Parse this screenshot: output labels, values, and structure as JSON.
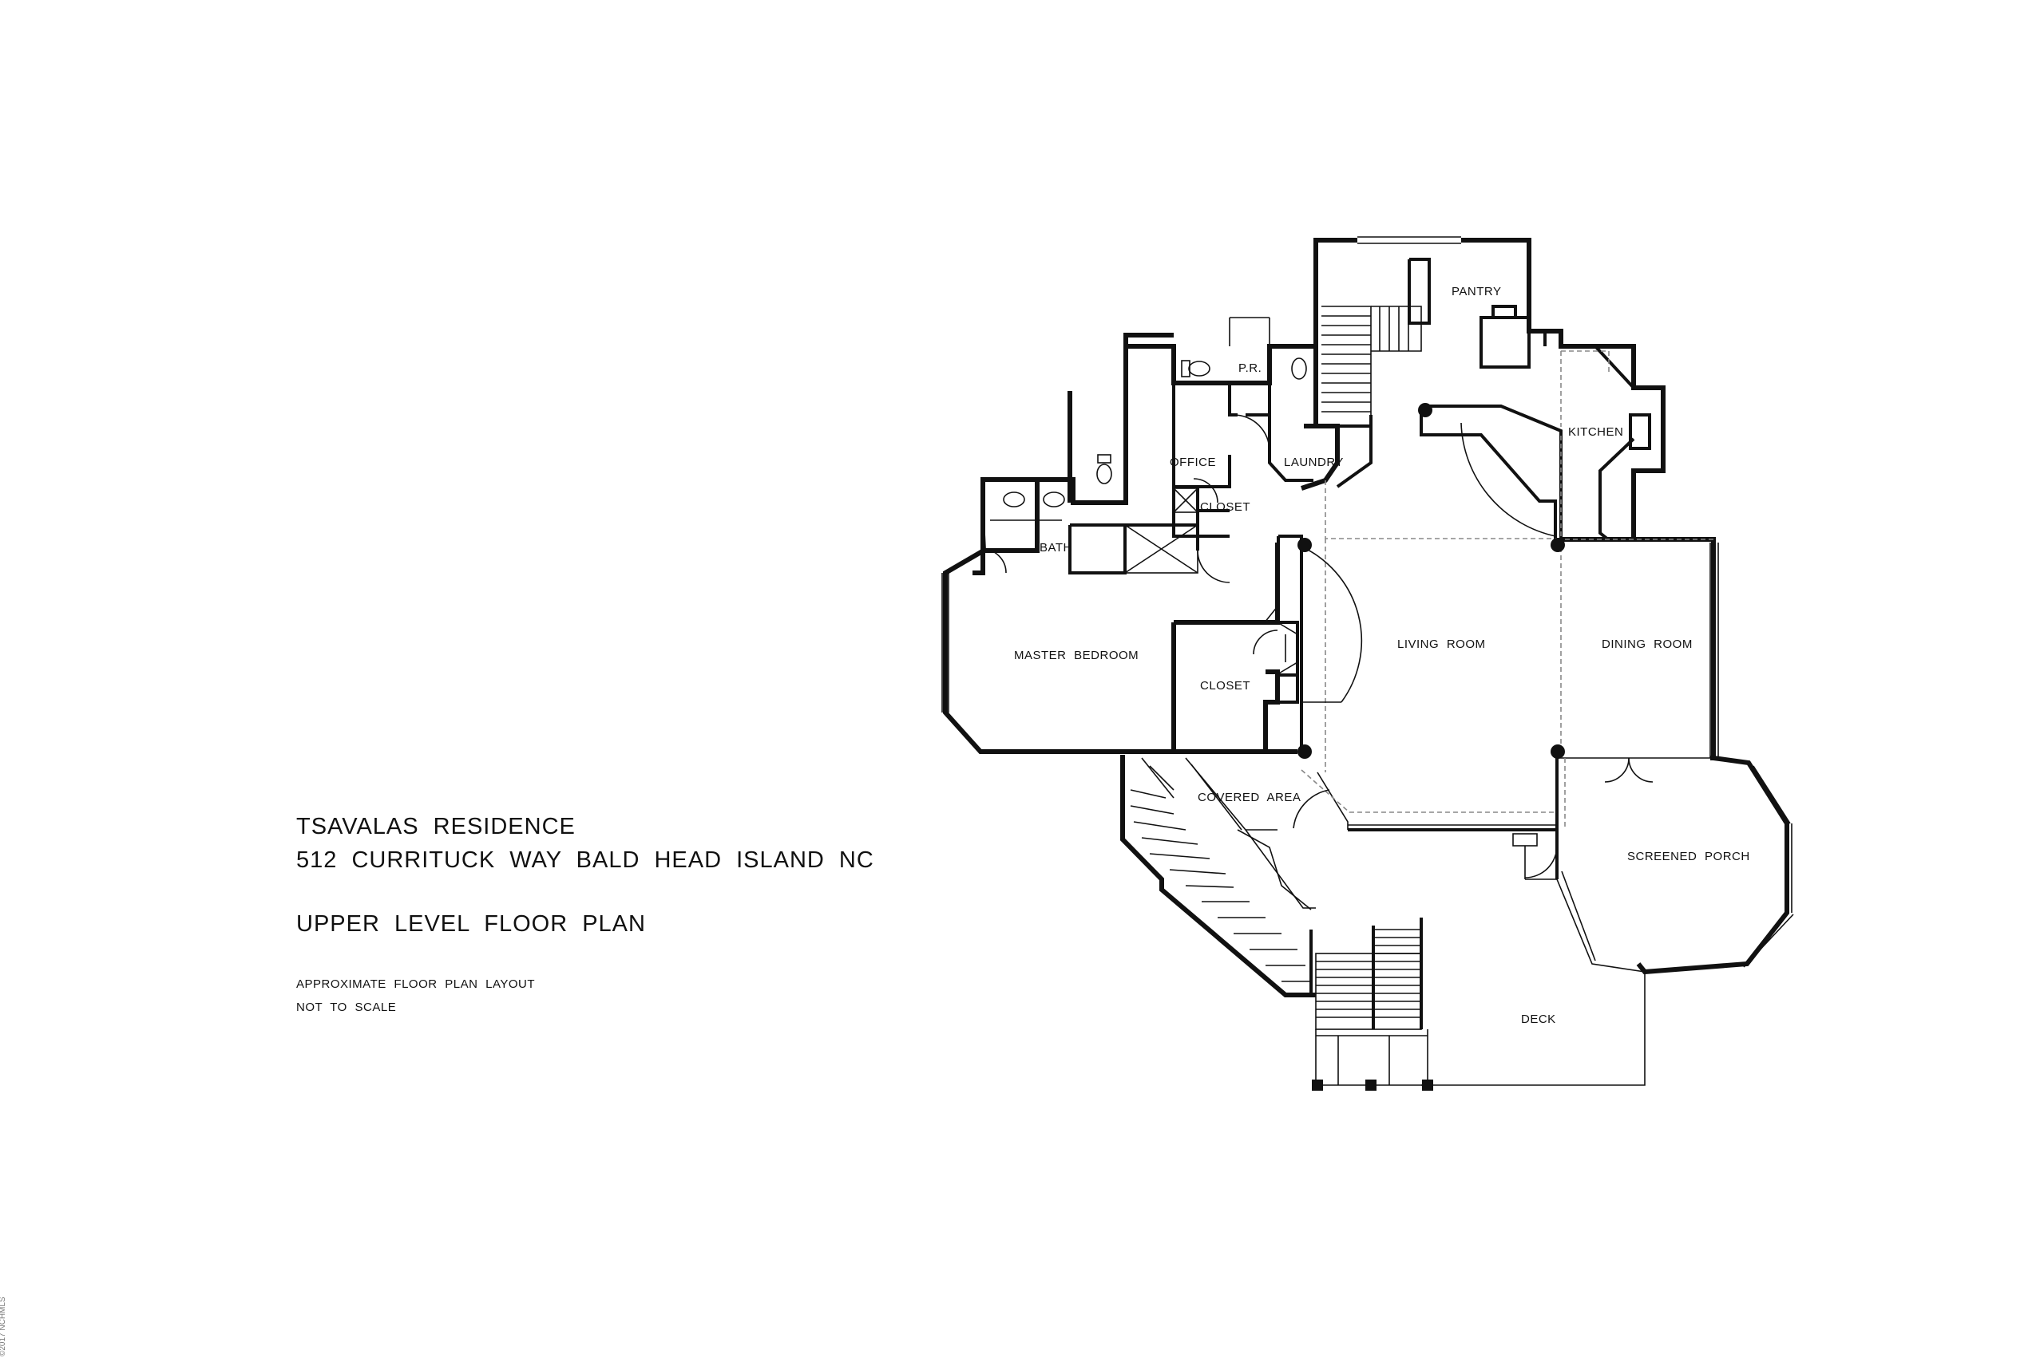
{
  "title_block": {
    "name": "TSAVALAS  RESIDENCE",
    "address": "512  CURRITUCK  WAY  BALD  HEAD  ISLAND  NC",
    "plan_name": "UPPER  LEVEL  FLOOR  PLAN",
    "note_1": "APPROXIMATE FLOOR PLAN LAYOUT",
    "note_2": "NOT  TO  SCALE"
  },
  "rooms": {
    "pantry": "PANTRY",
    "pr": "P.R.",
    "kitchen": "KITCHEN",
    "office": "OFFICE",
    "laundry": "LAUNDRY",
    "closet_small": "CLOSET",
    "bath": "BATH",
    "master_bedroom": "MASTER  BEDROOM",
    "closet": "CLOSET",
    "living_room": "LIVING ROOM",
    "dining_room": "DINING  ROOM",
    "covered_area": "COVERED  AREA",
    "screened_porch": "SCREENED  PORCH",
    "deck": "DECK"
  },
  "watermark": "©2017 NCHMLS",
  "colors": {
    "wall": "#111111",
    "background": "#ffffff",
    "dashed": "#888888"
  }
}
